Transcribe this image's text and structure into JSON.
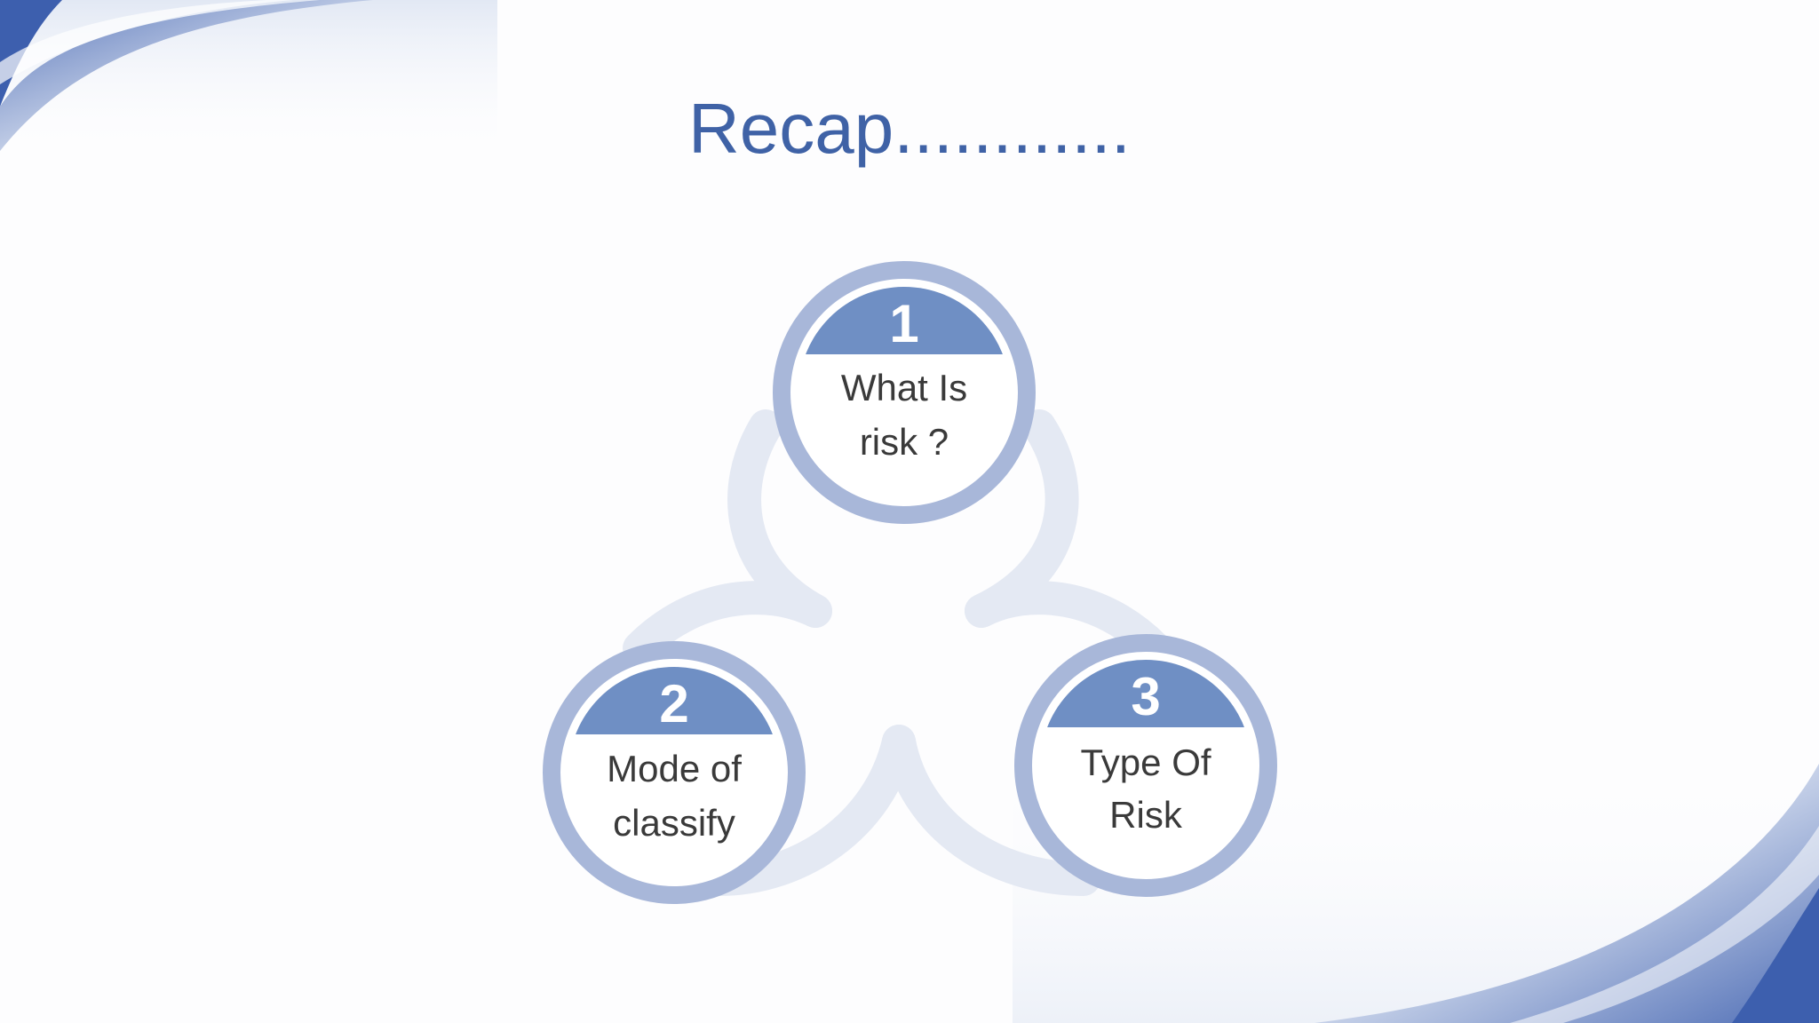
{
  "slide": {
    "title": "Recap............",
    "nodes": [
      {
        "number": "1",
        "lines": [
          "What Is",
          "risk ?"
        ]
      },
      {
        "number": "2",
        "lines": [
          "Mode of",
          "classify"
        ]
      },
      {
        "number": "3",
        "lines": [
          "Type Of",
          "Risk"
        ]
      }
    ]
  },
  "colors": {
    "title": "#3f62a6",
    "ring": "#a8b7d9",
    "header_fill": "#6f8fc4",
    "cycle": "#e4e9f3",
    "text": "#3a3a3a",
    "accent_swoosh": "#3d5fae"
  }
}
